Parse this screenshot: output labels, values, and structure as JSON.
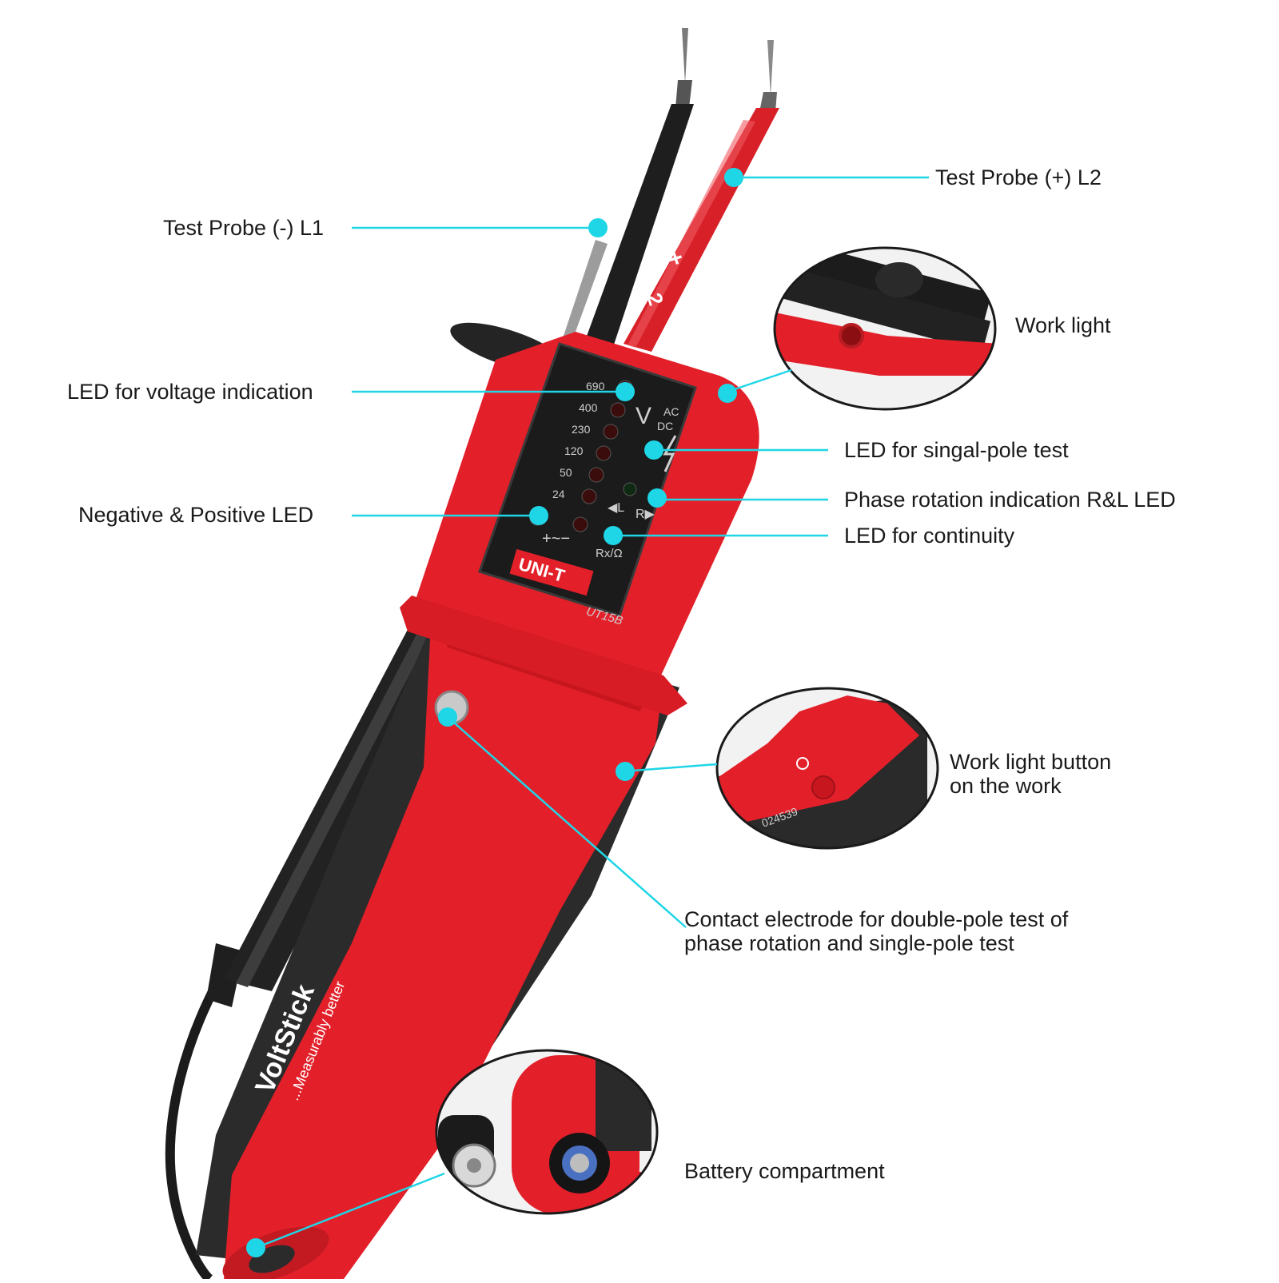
{
  "colors": {
    "leader": "#1fd6e6",
    "body_red": "#e3202a",
    "body_dark": "#2a2a2a",
    "text": "#1a1a1a"
  },
  "device": {
    "brand_logo": "UNI-T",
    "model": "UT15B",
    "probe_minus_mark": "L1",
    "probe_plus_mark": "L2",
    "plus_sign": "+",
    "handle_name": "VoltStick",
    "handle_tagline": "...Measurably better",
    "voltage_unit": "V",
    "ac": "AC",
    "dc": "DC",
    "voltage_scale": [
      "690",
      "400",
      "230",
      "120",
      "50",
      "24"
    ],
    "polarity_marks": "+~−",
    "rotation_l": "◀L",
    "rotation_r": "R▶",
    "continuity_mark": "Rx/Ω",
    "battery_serial": "024539"
  },
  "callouts": {
    "probe_plus": "Test Probe (+) L2",
    "probe_minus": "Test Probe (-) L1",
    "work_light": "Work light",
    "voltage_led": "LED for voltage indication",
    "single_pole_led": "LED for singal-pole test",
    "phase_rotation_led": "Phase rotation indication R&L LED",
    "polarity_led": "Negative & Positive LED",
    "continuity_led": "LED for continuity",
    "work_light_button_line1": "Work light button",
    "work_light_button_line2": "on the work",
    "contact_electrode_line1": "Contact electrode for double-pole test of",
    "contact_electrode_line2": "phase rotation and single-pole test",
    "battery": "Battery compartment"
  }
}
